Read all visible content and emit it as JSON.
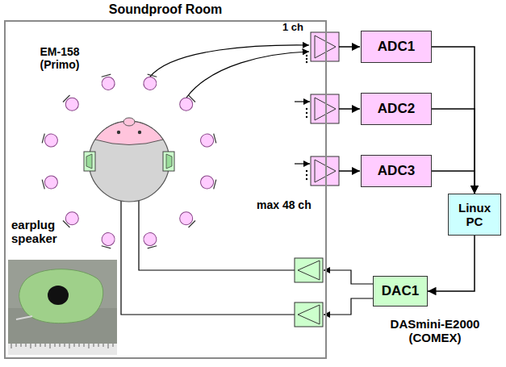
{
  "diagram": {
    "nodes": [
      {
        "text": [
          "Soundproof Room"
        ]
      },
      {
        "text": [
          "ADC1"
        ]
      },
      {
        "text": [
          "ADC2"
        ]
      },
      {
        "text": [
          "ADC3"
        ]
      },
      {
        "text": [
          "Linux PC"
        ]
      },
      {
        "text": [
          "DAC1"
        ]
      }
    ],
    "edges": [
      {
        "from": 1,
        "to": 4,
        "arrow": "to"
      },
      {
        "from": 2,
        "to": 4,
        "arrow": "to"
      },
      {
        "from": 3,
        "to": 4,
        "arrow": "to"
      },
      {
        "from": 4,
        "to": 5,
        "arrow": "to"
      }
    ],
    "labels": [
      "EM-158 (Primo)",
      "1 ch",
      "max 48 ch",
      "earplug speaker",
      "DASmini-E2000 (COMEX)"
    ]
  }
}
